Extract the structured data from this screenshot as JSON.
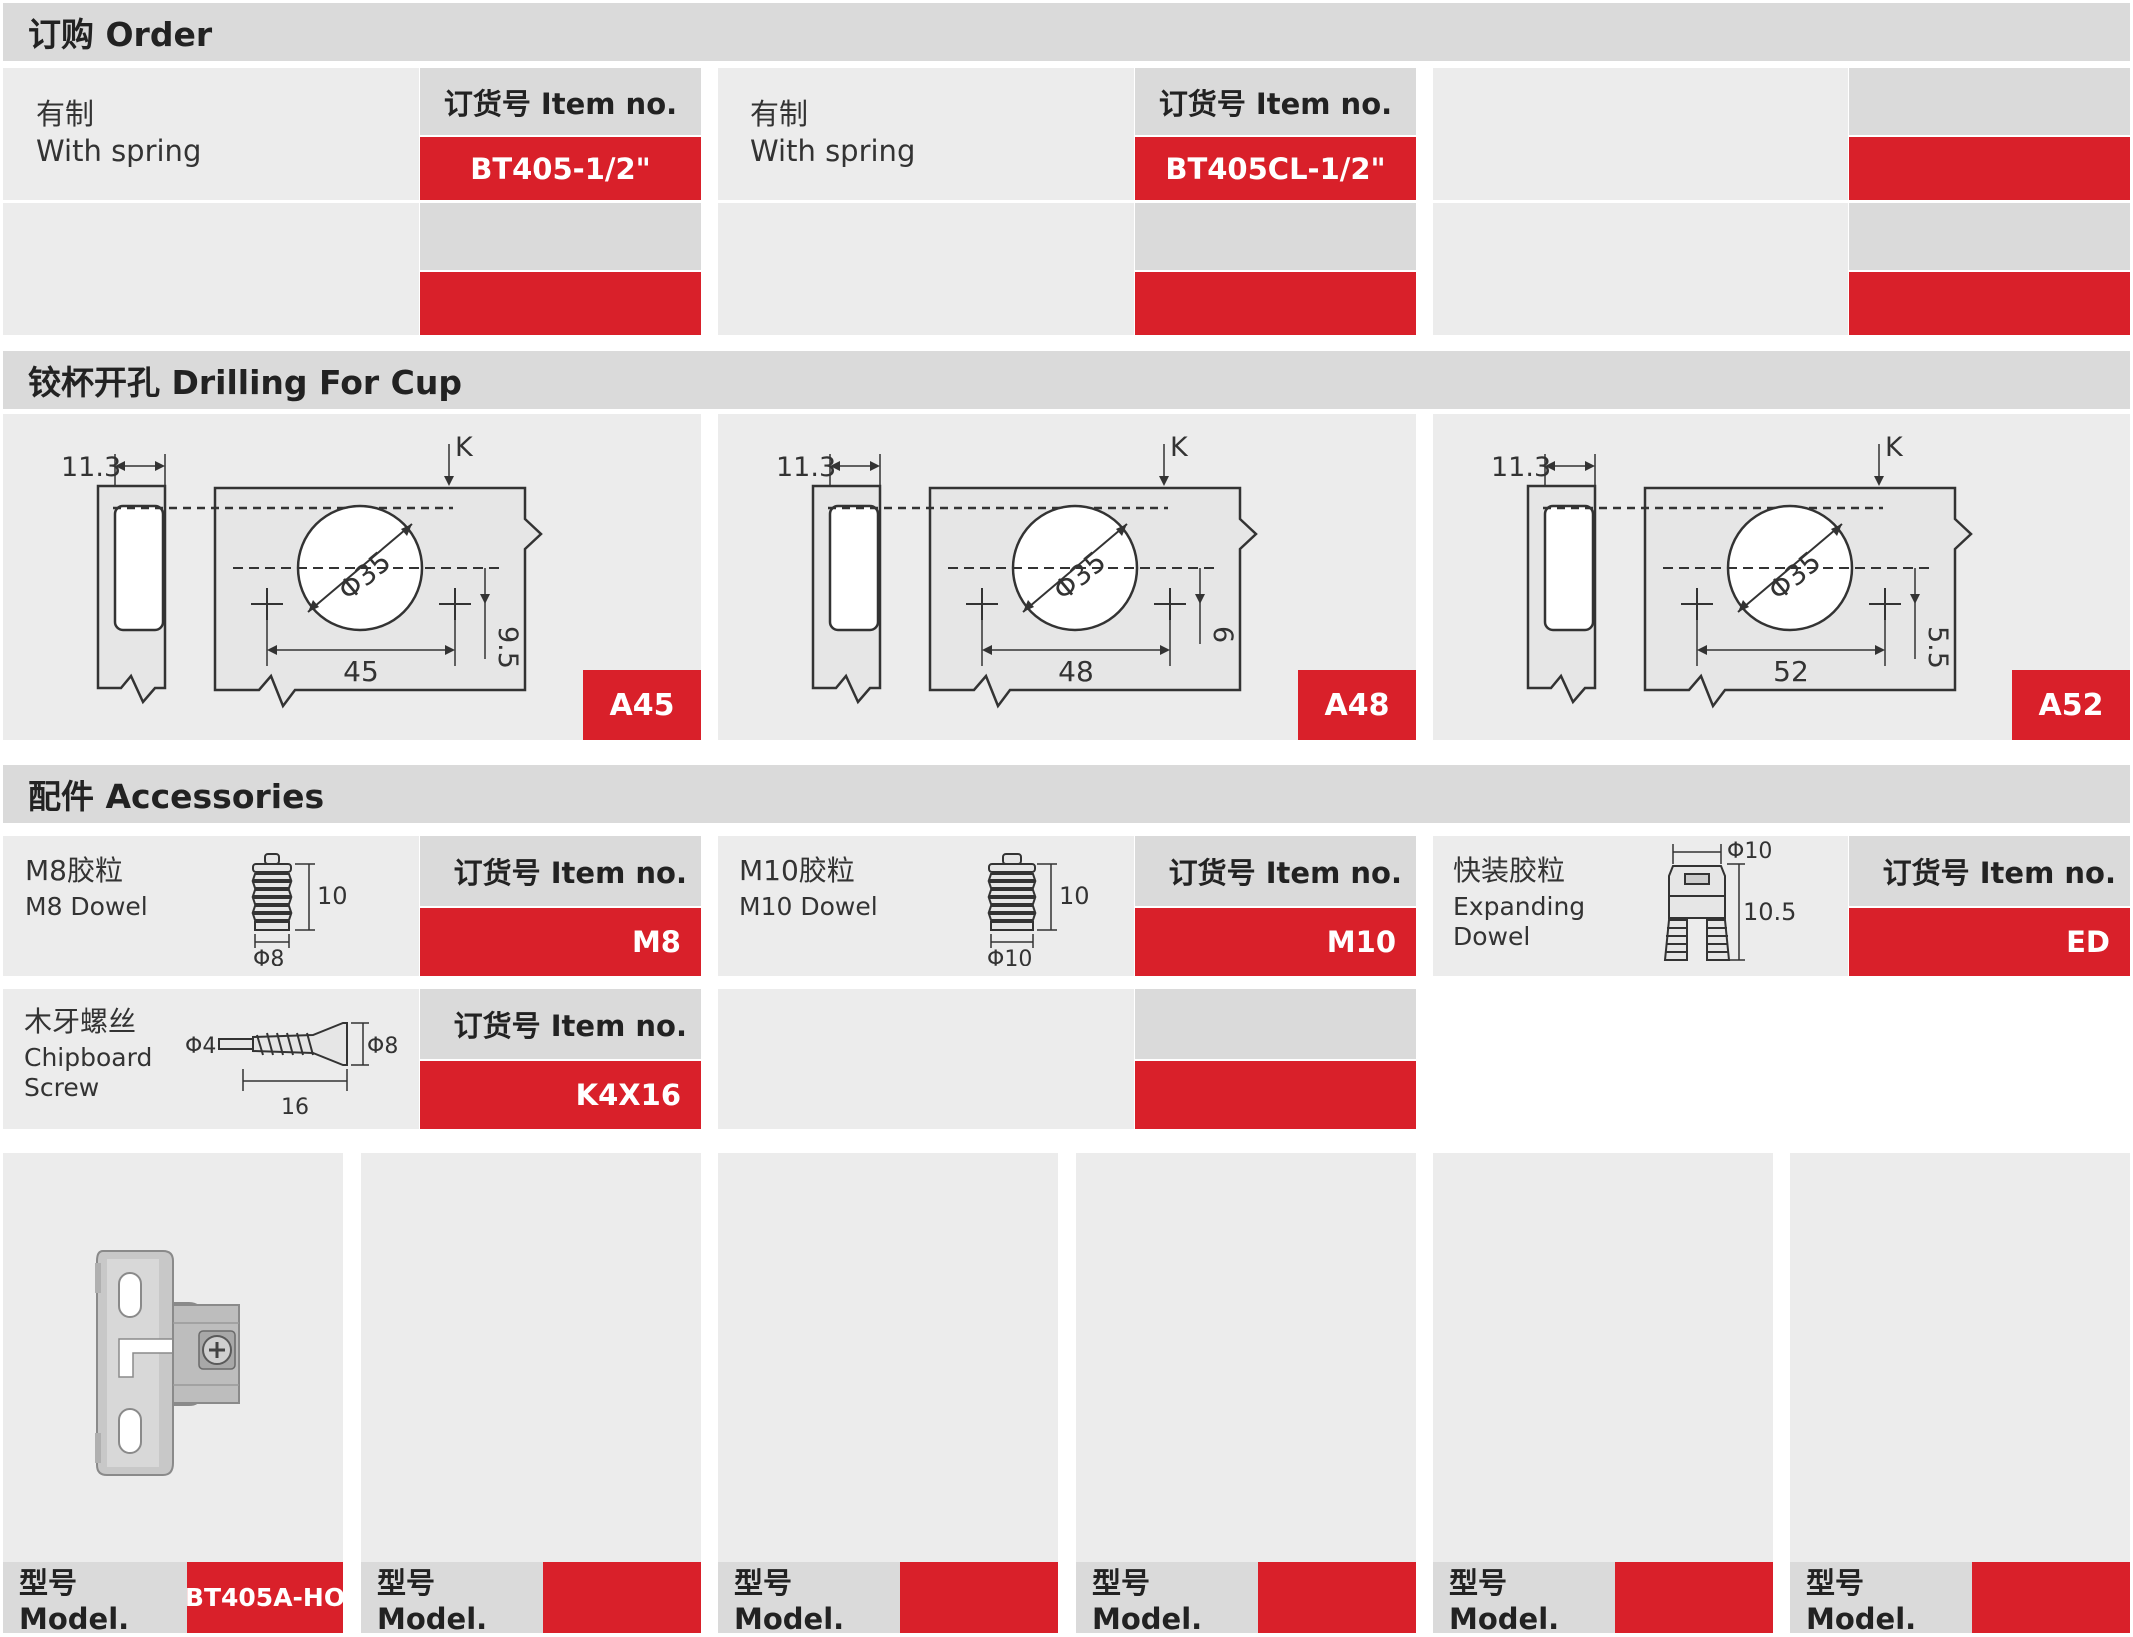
{
  "order": {
    "heading": "订购  Order",
    "columns": [
      {
        "desc_cn": "有制",
        "desc_en": "With spring",
        "item_header": "订货号 Item no.",
        "item_no": "BT405-1/2\""
      },
      {
        "desc_cn": "有制",
        "desc_en": "With spring",
        "item_header": "订货号 Item no.",
        "item_no": "BT405CL-1/2\""
      },
      {
        "desc_cn": "",
        "desc_en": "",
        "item_header": "",
        "item_no": ""
      }
    ]
  },
  "drilling": {
    "heading": "铰杯开孔  Drilling For Cup",
    "diagrams": [
      {
        "side_dim": "11.3",
        "k_label": "K",
        "diameter": "Φ35",
        "width_dim": "45",
        "offset_dim": "9.5",
        "badge": "A45"
      },
      {
        "side_dim": "11.3",
        "k_label": "K",
        "diameter": "Φ35",
        "width_dim": "48",
        "offset_dim": "6",
        "badge": "A48"
      },
      {
        "side_dim": "11.3",
        "k_label": "K",
        "diameter": "Φ35",
        "width_dim": "52",
        "offset_dim": "5.5",
        "badge": "A52"
      }
    ]
  },
  "accessories": {
    "heading": "配件  Accessories",
    "items": [
      {
        "name_cn": "M8胶粒",
        "name_en": "M8 Dowel",
        "dim_height": "10",
        "dim_dia": "Φ8",
        "item_header": "订货号 Item no.",
        "item_no": "M8"
      },
      {
        "name_cn": "M10胶粒",
        "name_en": "M10 Dowel",
        "dim_height": "10",
        "dim_dia": "Φ10",
        "item_header": "订货号 Item no.",
        "item_no": "M10"
      },
      {
        "name_cn": "快装胶粒",
        "name_en": "Expanding",
        "name_en2": "Dowel",
        "dim_height": "10.5",
        "dim_dia": "Φ10",
        "item_header": "订货号 Item no.",
        "item_no": "ED"
      },
      {
        "name_cn": "木牙螺丝",
        "name_en": "Chipboard",
        "name_en2": "Screw",
        "dim_shank": "Φ4",
        "dim_head": "Φ8",
        "dim_length": "16",
        "item_header": "订货号 Item no.",
        "item_no": "K4X16"
      }
    ]
  },
  "models": [
    {
      "label": "型号 Model.",
      "value": "BT405A-HO"
    },
    {
      "label": "型号 Model.",
      "value": ""
    },
    {
      "label": "型号 Model.",
      "value": ""
    },
    {
      "label": "型号 Model.",
      "value": ""
    },
    {
      "label": "型号 Model.",
      "value": ""
    },
    {
      "label": "型号 Model.",
      "value": ""
    }
  ],
  "colors": {
    "accent_red": "#d9202a",
    "header_gray": "#dadada",
    "cell_gray": "#ececec"
  }
}
